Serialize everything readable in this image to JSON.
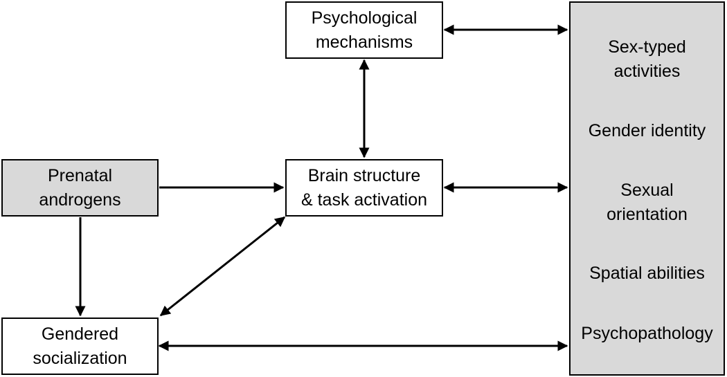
{
  "boxes": {
    "psych": [
      "Psychological",
      "mechanisms"
    ],
    "brain": [
      "Brain structure",
      "& task activation"
    ],
    "prenatal": [
      "Prenatal",
      "androgens"
    ],
    "socialization": [
      "Gendered",
      "socialization"
    ]
  },
  "outcomes": {
    "sex_typed": [
      "Sex-typed",
      "activities"
    ],
    "gender_identity": "Gender identity",
    "sexual_orientation": [
      "Sexual",
      "orientation"
    ],
    "spatial": "Spatial abilities",
    "psychopathology": "Psychopathology"
  },
  "colors": {
    "grey_fill": "#d9d9d9",
    "white_fill": "#ffffff",
    "stroke": "#000000"
  }
}
